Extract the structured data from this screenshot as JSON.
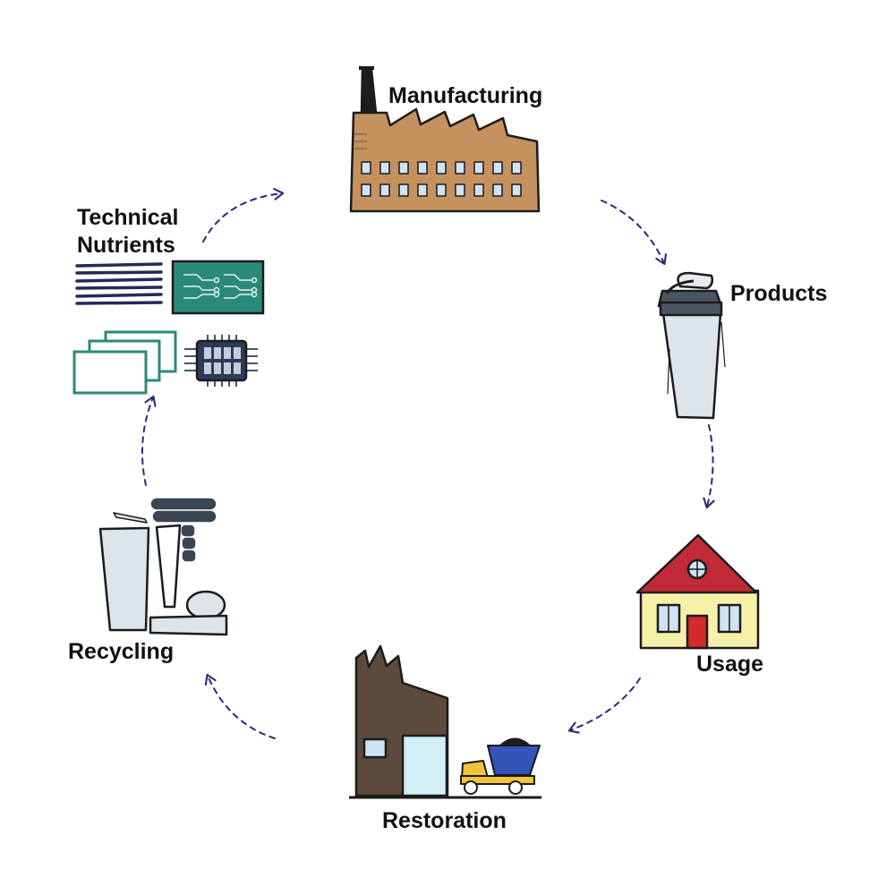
{
  "stages": {
    "manufacturing": {
      "label": "Manufacturing"
    },
    "products": {
      "label": "Products"
    },
    "usage": {
      "label": "Usage"
    },
    "restoration": {
      "label": "Restoration"
    },
    "recycling": {
      "label": "Recycling"
    },
    "technical_nutrients": {
      "line1": "Technical",
      "line2": "Nutrients"
    }
  },
  "colors": {
    "arrow": "#2c2a78",
    "outline": "#1b1b1b",
    "factory_brown": "#c4915f",
    "window_blue": "#cfe3f3",
    "bottle_grey": "#dde5ea",
    "cap_dark": "#4a5561",
    "roof_red": "#c12a36",
    "house_yellow": "#f7f0a8",
    "door_red": "#d32a2a",
    "plant_brown": "#5e4a3d",
    "truck_yellow": "#f3c33b",
    "truck_blue": "#3354b8",
    "board_green": "#2a8a79",
    "chip_navy": "#2e3a58"
  },
  "icons": [
    "factory-icon",
    "bottle-icon",
    "house-icon",
    "restoration-plant-icon",
    "dump-truck-icon",
    "recycled-parts-icon",
    "wires-icon",
    "circuit-board-icon",
    "screens-icon",
    "microchip-icon"
  ]
}
